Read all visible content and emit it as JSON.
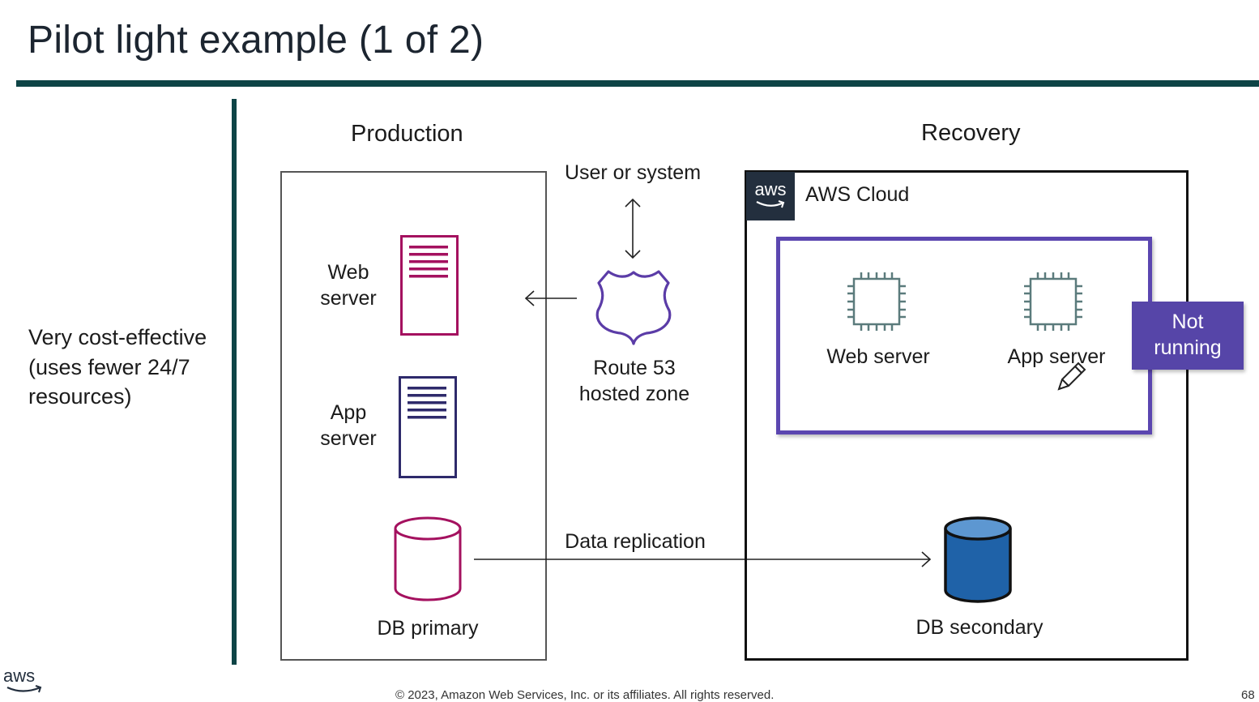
{
  "slide": {
    "title": "Pilot light example (1 of 2)",
    "side_note": "Very cost-effective (uses fewer 24/7 resources)",
    "footer": "© 2023, Amazon Web Services, Inc. or its affiliates. All rights reserved.",
    "page_number": "68"
  },
  "production": {
    "heading": "Production",
    "web_server": {
      "line1": "Web",
      "line2": "server"
    },
    "app_server": {
      "line1": "App",
      "line2": "server"
    },
    "db": "DB primary"
  },
  "middle": {
    "user_label": "User or system",
    "route53_line1": "Route 53",
    "route53_line2": "hosted zone",
    "replication": "Data replication"
  },
  "recovery": {
    "heading": "Recovery",
    "cloud_label": "AWS Cloud",
    "aws_logo": "aws",
    "web_server": "Web server",
    "app_server": "App server",
    "status_line1": "Not",
    "status_line2": "running",
    "db": "DB secondary"
  },
  "brand_logo": "aws",
  "icons": {
    "web_server": "server-icon",
    "app_server": "server-icon",
    "db_primary": "database-icon",
    "route53": "route53-shield-icon",
    "ec2": "chip-icon",
    "db_secondary": "database-icon",
    "pen": "pen-cursor-icon"
  },
  "colors": {
    "teal": "#0e4446",
    "magenta": "#a4115f",
    "navy": "#2e2a6b",
    "purple": "#5b46b0",
    "chip": "#5b7b7c",
    "db_blue": "#1f62a8"
  }
}
